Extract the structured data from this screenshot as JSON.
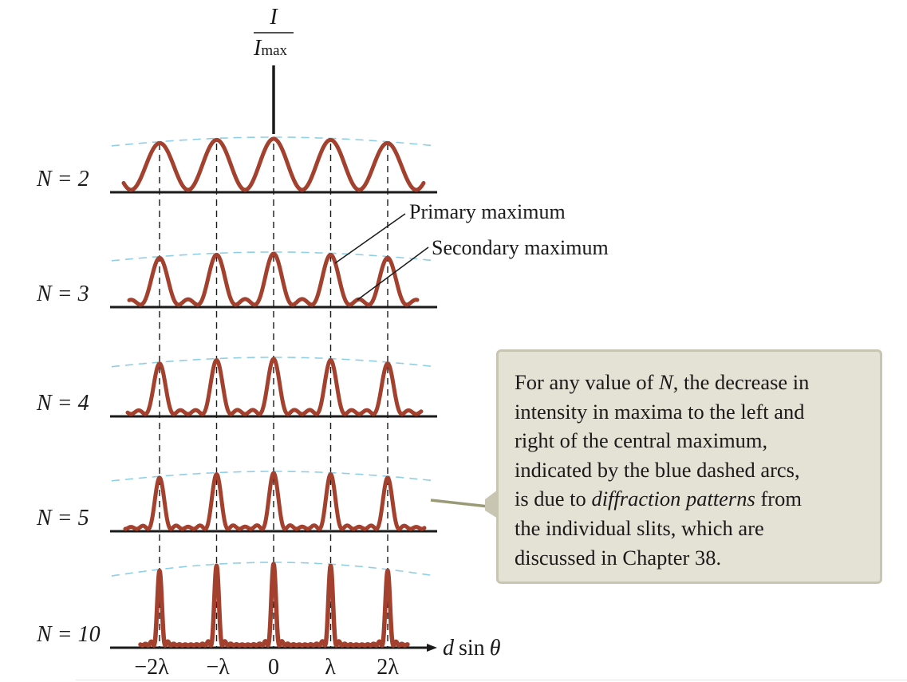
{
  "y_axis": {
    "numerator": "I",
    "denominator": "I",
    "denominator_sub": "max"
  },
  "x_axis": {
    "label_d": "d",
    "label_sin": "sin",
    "label_theta": "θ"
  },
  "x_ticks": [
    "−2λ",
    "−λ",
    "0",
    "λ",
    "2λ"
  ],
  "rows": [
    {
      "label": "N = 2"
    },
    {
      "label": "N = 3"
    },
    {
      "label": "N = 4"
    },
    {
      "label": "N = 5"
    },
    {
      "label": "N = 10"
    }
  ],
  "annotations": {
    "primary": "Primary maximum",
    "secondary": "Secondary maximum"
  },
  "callout": {
    "lines": [
      [
        "For any value of ",
        "N",
        ", the decrease in"
      ],
      [
        "intensity in maxima to the left and"
      ],
      [
        "right of the central maximum,"
      ],
      [
        "indicated by the blue dashed arcs,"
      ],
      [
        "is due to ",
        "diffraction patterns",
        " from"
      ],
      [
        "the individual slits, which are"
      ],
      [
        "discussed in Chapter 38."
      ]
    ]
  },
  "colors": {
    "curve": "#a3402e",
    "envelope": "#8fcfe6",
    "axis": "#1a1a1a",
    "callout_bg": "#e4e1d5",
    "callout_border": "#c9c5b3",
    "pointer": "#9a9a78"
  }
}
